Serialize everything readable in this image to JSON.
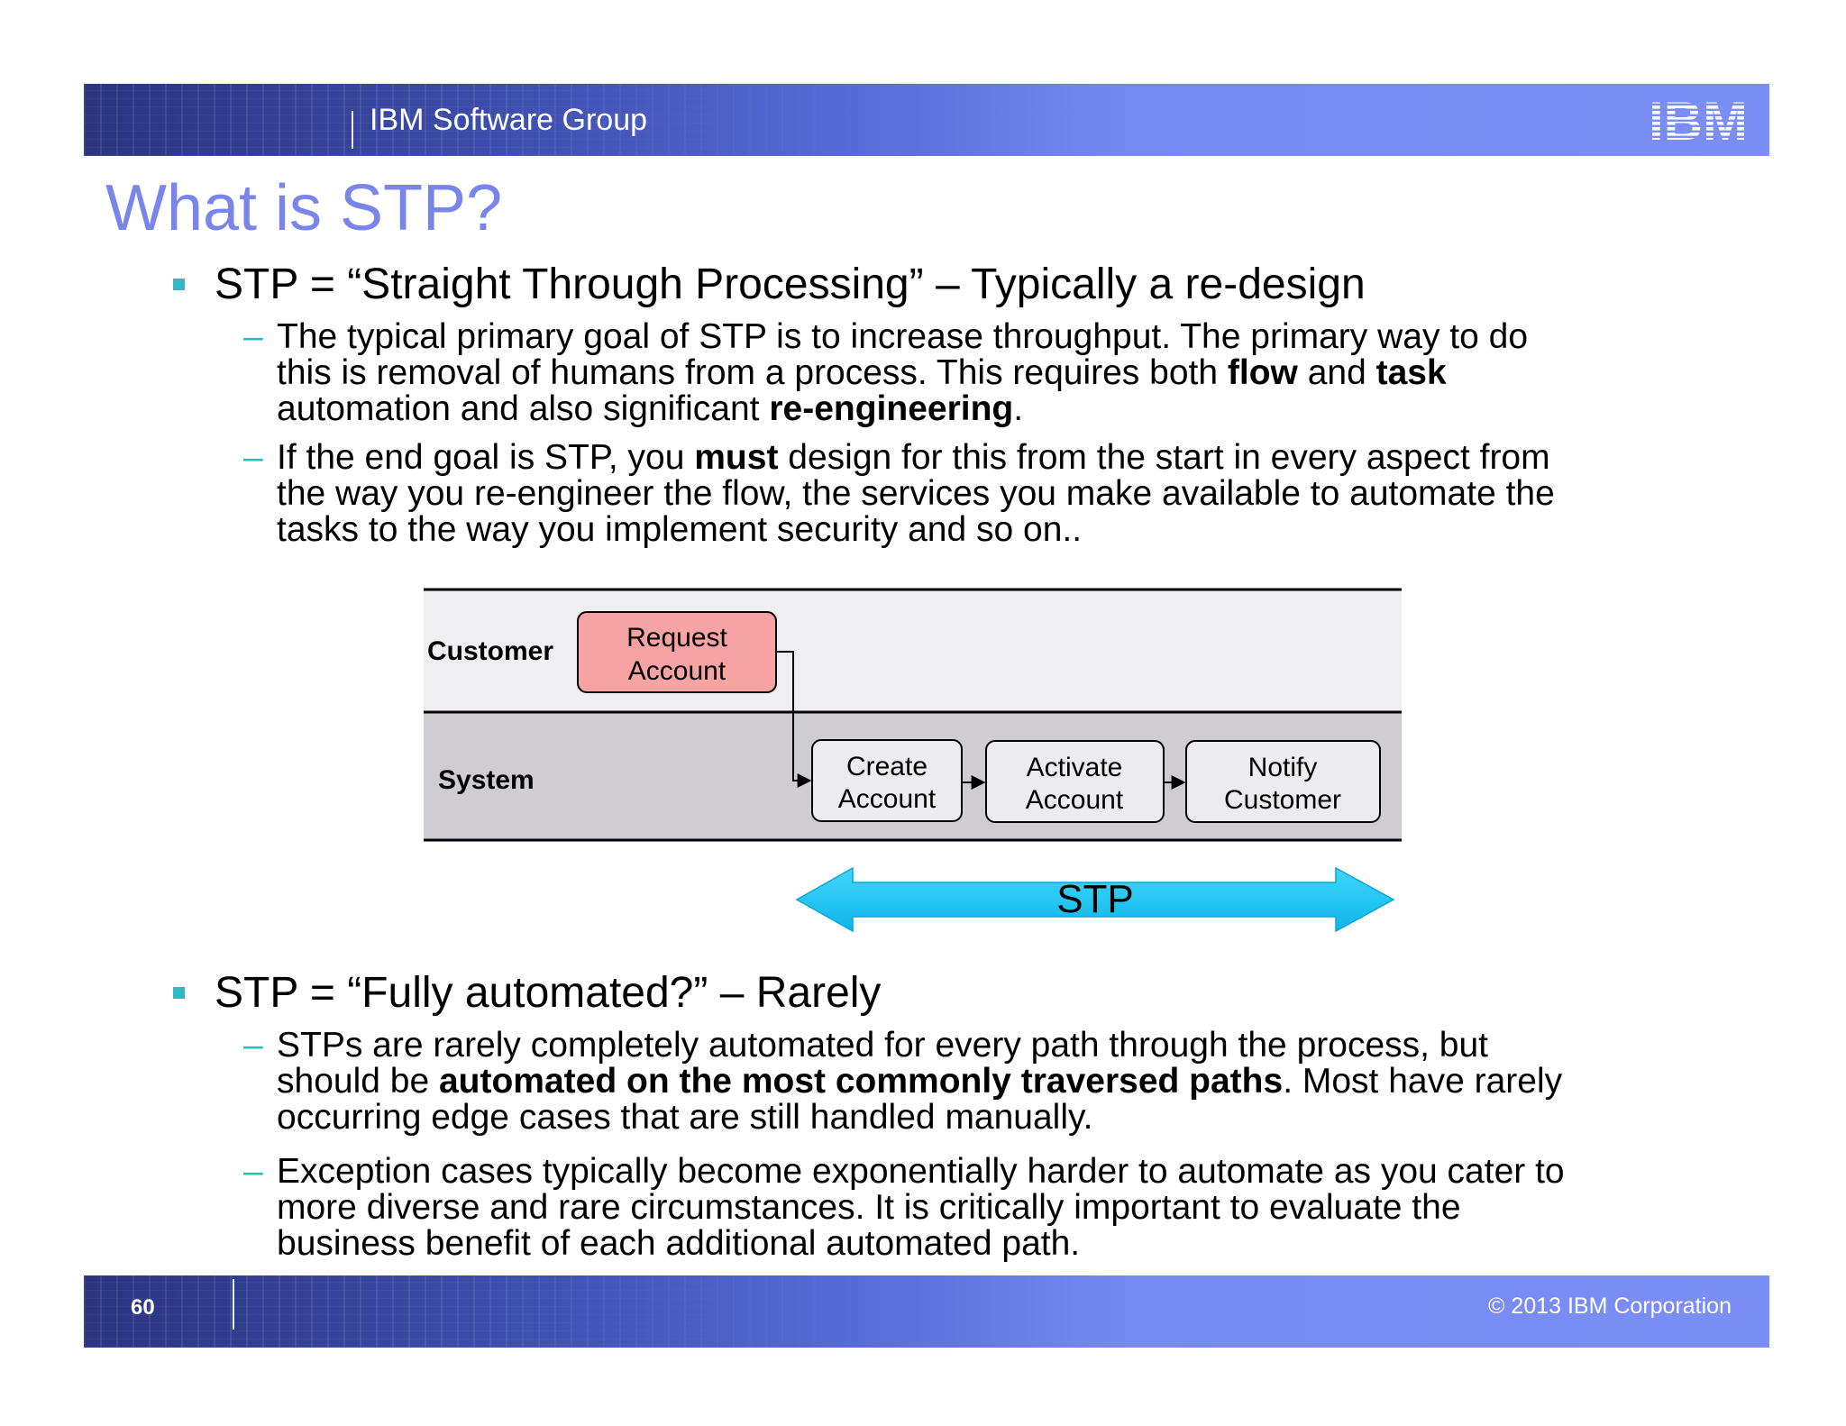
{
  "header": {
    "group": "IBM Software Group",
    "logo": "IBM"
  },
  "title": "What is STP?",
  "bullets": [
    {
      "heading": "STP = “Straight Through Processing” – Typically a re-design",
      "subs": [
        {
          "dash": "–",
          "lines": [
            [
              {
                "t": "The typical primary goal of STP is to increase throughput. The primary way to do"
              }
            ],
            [
              {
                "t": "this is removal of humans from a process. This requires both "
              },
              {
                "t": "flow",
                "b": true
              },
              {
                "t": " and "
              },
              {
                "t": "task",
                "b": true
              }
            ],
            [
              {
                "t": "automation and also significant "
              },
              {
                "t": "re-engineering",
                "b": true
              },
              {
                "t": "."
              }
            ]
          ]
        },
        {
          "dash": "–",
          "lines": [
            [
              {
                "t": "If the end goal is STP, you "
              },
              {
                "t": "must",
                "b": true
              },
              {
                "t": " design for this from the start in every aspect from"
              }
            ],
            [
              {
                "t": "the way you re-engineer the flow, the services you make available to automate the"
              }
            ],
            [
              {
                "t": "tasks to the way you implement security and so on.."
              }
            ]
          ]
        }
      ]
    },
    {
      "heading": "STP = “Fully automated?” – Rarely",
      "subs": [
        {
          "dash": "–",
          "lines": [
            [
              {
                "t": "STPs are rarely completely automated for every path through the process, but"
              }
            ],
            [
              {
                "t": "should be "
              },
              {
                "t": "automated on the most commonly traversed paths",
                "b": true
              },
              {
                "t": ". Most have rarely"
              }
            ],
            [
              {
                "t": "occurring edge cases that are still handled manually."
              }
            ]
          ]
        },
        {
          "dash": "–",
          "lines": [
            [
              {
                "t": "Exception cases typically become exponentially harder to automate as you cater to"
              }
            ],
            [
              {
                "t": "more diverse and rare circumstances. It is critically important to evaluate the"
              }
            ],
            [
              {
                "t": "business benefit of each additional automated path."
              }
            ]
          ]
        }
      ]
    }
  ],
  "diagram": {
    "lanes": [
      "Customer",
      "System"
    ],
    "request": [
      "Request",
      "Account"
    ],
    "create": [
      "Create",
      "Account"
    ],
    "activate": [
      "Activate",
      "Account"
    ],
    "notify": [
      "Notify",
      "Customer"
    ],
    "stp_label": "STP",
    "colors": {
      "request_fill": "#f7a3a3",
      "customer_lane": "#efeef0",
      "system_lane": "#cfcdd2",
      "arrow": "#14c6f4",
      "accent": "#2fb9c2",
      "title": "#7a85ec"
    }
  },
  "footer": {
    "page": "60",
    "copyright": "© 2013 IBM Corporation"
  }
}
